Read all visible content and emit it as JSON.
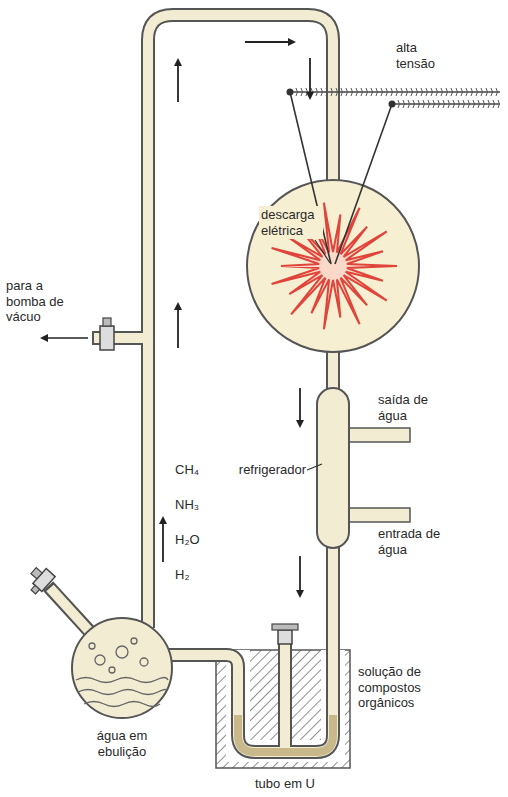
{
  "diagram": {
    "nodes": [
      {
        "text": [
          "descarga elétrica"
        ]
      }
    ],
    "labels": [
      "alta tensão",
      "para a bomba de vácuo",
      "CH₄",
      "NH₃",
      "H₂O",
      "H₂",
      "refrigerador",
      "saída de água",
      "entrada de água",
      "água em ebulição",
      "solução de compostos orgânicos",
      "tubo em U"
    ]
  }
}
